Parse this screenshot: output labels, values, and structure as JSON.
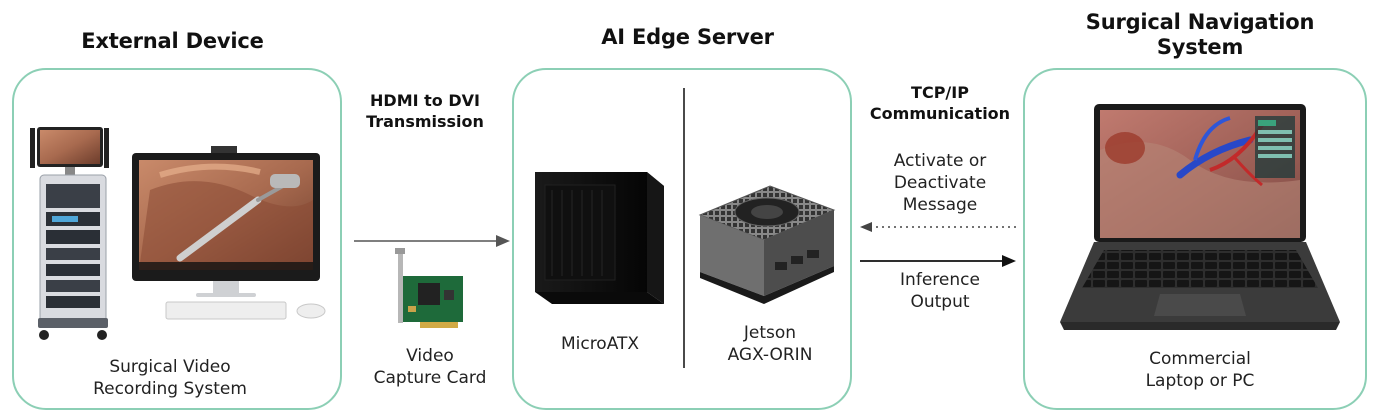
{
  "external": {
    "title": "External Device",
    "caption_line1": "Surgical Video",
    "caption_line2": "Recording System"
  },
  "transmission": {
    "line1": "HDMI to DVI",
    "line2": "Transmission",
    "card_line1": "Video",
    "card_line2": "Capture Card"
  },
  "server": {
    "title": "AI Edge Server",
    "microatx": "MicroATX",
    "jetson_line1": "Jetson",
    "jetson_line2": "AGX-ORIN"
  },
  "communication": {
    "line1": "TCP/IP",
    "line2": "Communication",
    "activate_line1": "Activate or",
    "activate_line2": "Deactivate",
    "activate_line3": "Message",
    "inference_line1": "Inference",
    "inference_line2": "Output"
  },
  "navigation": {
    "title_line1": "Surgical Navigation",
    "title_line2": "System",
    "caption_line1": "Commercial",
    "caption_line2": "Laptop or PC"
  },
  "colors": {
    "panel_border": "#8ccfb5",
    "arrow": "#333333"
  }
}
